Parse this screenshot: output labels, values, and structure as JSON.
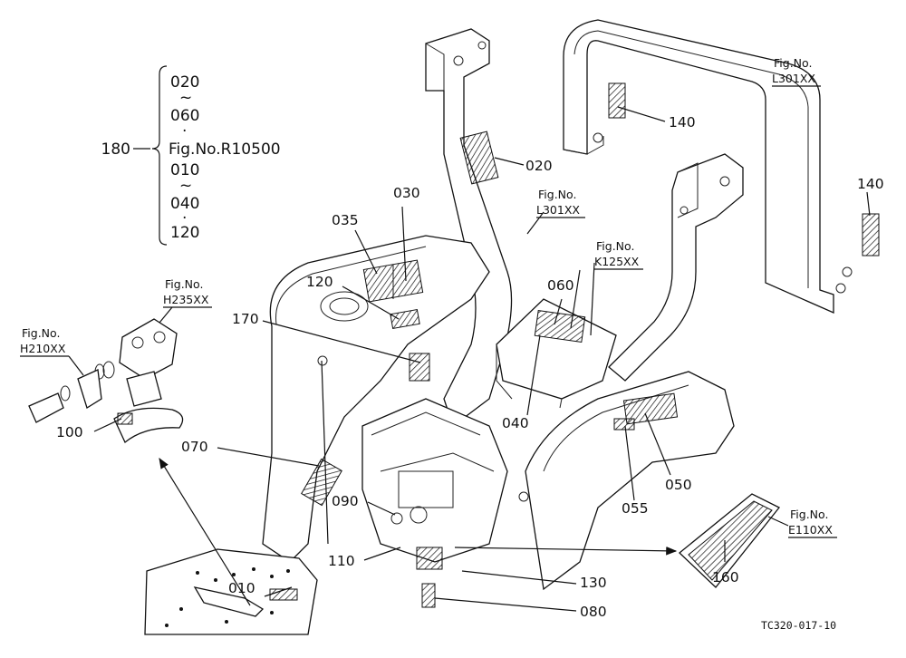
{
  "drawing_id": "TC320-017-10",
  "bracket_list": {
    "callout": "180",
    "items": [
      "020",
      "~",
      "060",
      "·",
      "Fig.No.R10500",
      "010",
      "~",
      "040",
      "·",
      "120"
    ]
  },
  "callouts": {
    "c010": "010",
    "c020": "020",
    "c030": "030",
    "c035": "035",
    "c040": "040",
    "c050": "050",
    "c055": "055",
    "c060": "060",
    "c070": "070",
    "c080": "080",
    "c090": "090",
    "c100": "100",
    "c110": "110",
    "c120": "120",
    "c130": "130",
    "c140a": "140",
    "c140b": "140",
    "c160": "160",
    "c170": "170"
  },
  "fig_refs": {
    "l301_top": {
      "label": "Fig.No.",
      "code": "L301XX"
    },
    "l301_mid": {
      "label": "Fig.No.",
      "code": "L301XX"
    },
    "k125": {
      "label": "Fig.No.",
      "code": "K125XX"
    },
    "h235": {
      "label": "Fig.No.",
      "code": "H235XX"
    },
    "h210": {
      "label": "Fig.No.",
      "code": "H210XX"
    },
    "e110": {
      "label": "Fig.No.",
      "code": "E110XX"
    }
  }
}
